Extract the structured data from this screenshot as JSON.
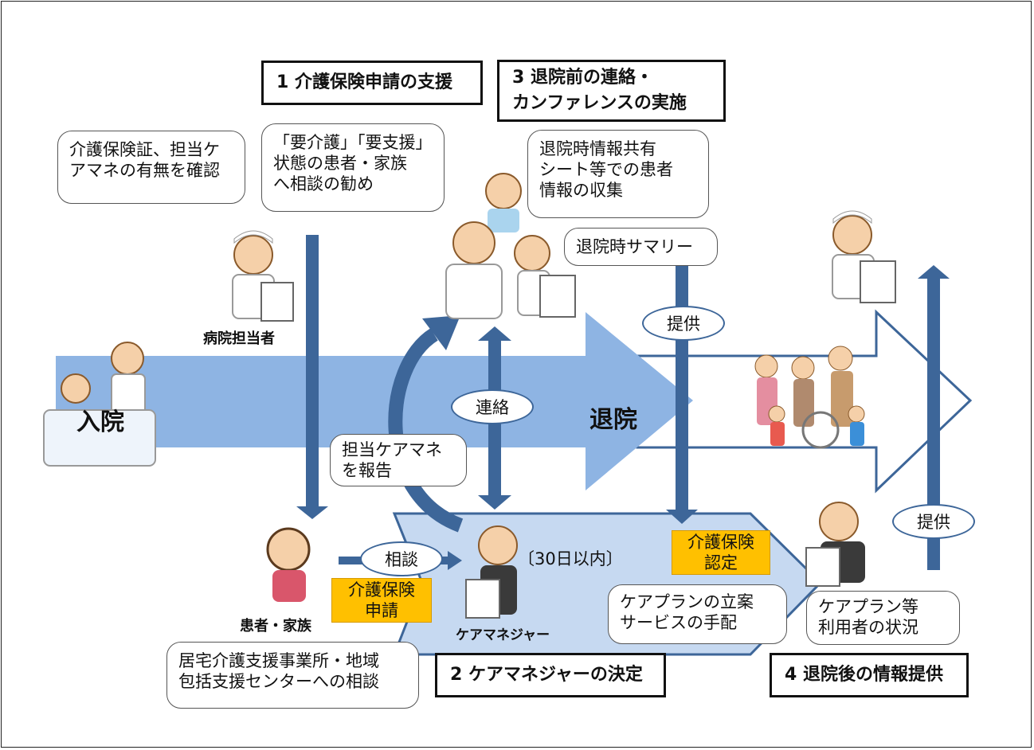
{
  "titles": {
    "t1": "1  介護保険申請の支援",
    "t2": "2  ケアマネジャーの決定",
    "t3": "3   退院前の連絡・\n  カンファレンスの実施",
    "t4": "4  退院後の情報提供"
  },
  "notes": {
    "check": "介護保険証、担当ケ\nアマネの有無を確認",
    "advise": "「要介護」「要支援」\n状態の患者・家族\nへ相談の勧め",
    "collect": "退院時情報共有\nシート等での患者\n情報の収集",
    "summary": "退院時サマリー",
    "report": "担当ケアマネ\nを報告",
    "consult_center": "居宅介護支援事業所・地域\n包括支援センターへの相談",
    "careplan": "ケアプランの立案\nサービスの手配",
    "careplan_info": "ケアプラン等\n利用者の状況",
    "days": "〔30日以内〕"
  },
  "ovals": {
    "provide1": "提供",
    "contact": "連絡",
    "consult": "相談",
    "provide2": "提供"
  },
  "yellow": {
    "apply": "介護保険\n申請",
    "certify": "介護保険\n認定"
  },
  "labels": {
    "hospital_staff": "病院担当者",
    "patient_family": "患者・家族",
    "care_manager": "ケアマネジャー",
    "admission": "入院",
    "discharge": "退院"
  },
  "colors": {
    "arrow_main": "#8eb4e3",
    "arrow_dark": "#3d6699",
    "arrow_light": "#c6d9f1",
    "highlight": "#ffc000"
  }
}
